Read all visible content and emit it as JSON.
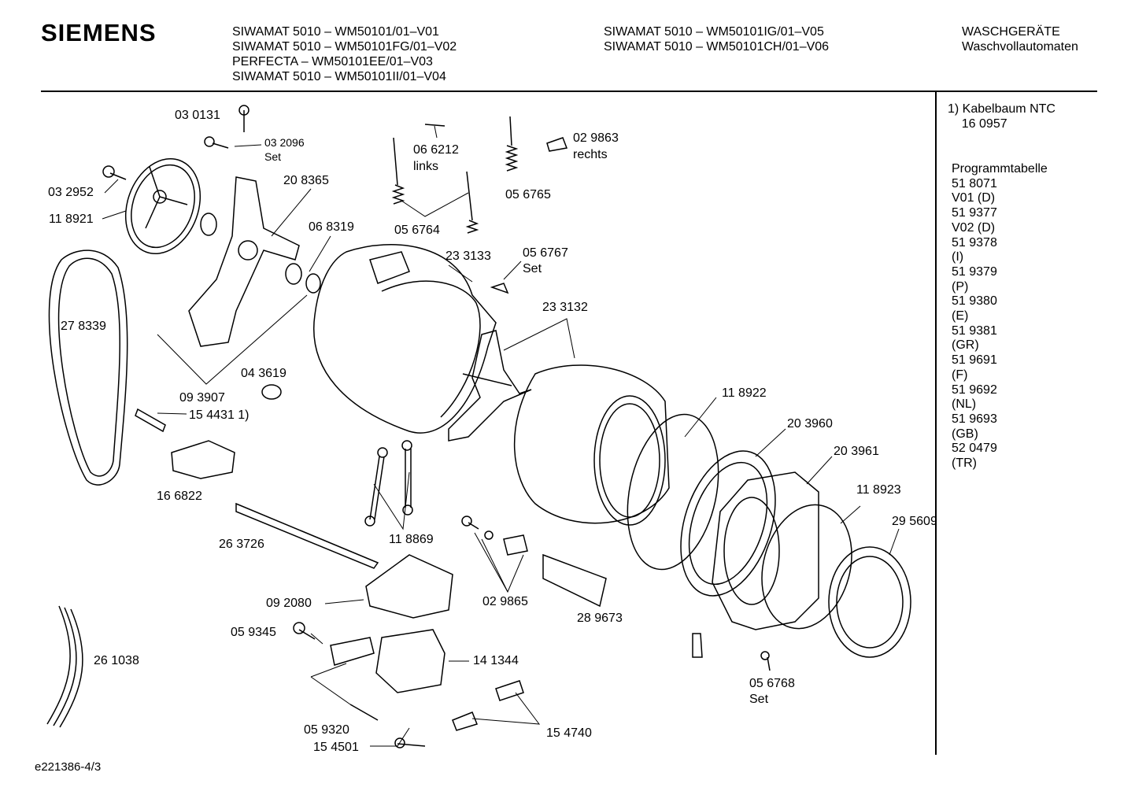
{
  "header": {
    "brand": "SIEMENS",
    "models_col1": [
      "SIWAMAT 5010 – WM50101/01–V01",
      "SIWAMAT 5010 – WM50101FG/01–V02",
      "PERFECTA – WM50101EE/01–V03",
      "SIWAMAT 5010 – WM50101II/01–V04"
    ],
    "models_col2": [
      "SIWAMAT 5010 – WM50101IG/01–V05",
      "SIWAMAT 5010 – WM50101CH/01–V06"
    ],
    "category": [
      "WASCHGERÄTE",
      "Waschvollautomaten"
    ]
  },
  "sidebar": {
    "note": [
      "1) Kabelbaum NTC",
      "    16 0957"
    ],
    "program_table_title": "Programmtabelle",
    "program_table": [
      {
        "part": "51 8071",
        "variant": "V01 (D)"
      },
      {
        "part": "51 9377",
        "variant": "V02 (D)"
      },
      {
        "part": "51 9378",
        "variant": "(I)"
      },
      {
        "part": "51 9379",
        "variant": "(P)"
      },
      {
        "part": "51 9380",
        "variant": "(E)"
      },
      {
        "part": "51 9381",
        "variant": "(GR)"
      },
      {
        "part": "51 9691",
        "variant": "(F)"
      },
      {
        "part": "51 9692",
        "variant": "(NL)"
      },
      {
        "part": "51 9693",
        "variant": "(GB)"
      },
      {
        "part": "52 0479",
        "variant": "(TR)"
      }
    ]
  },
  "parts": {
    "p030131": "03 0131",
    "p032096": "03 2096",
    "p032096_note": "Set",
    "p032952": "03 2952",
    "p118921": "11 8921",
    "p208365": "20 8365",
    "p066212": "06 6212",
    "p066212_note": "links",
    "p056764": "05 6764",
    "p056765": "05 6765",
    "p029863": "02 9863",
    "p029863_note": "rechts",
    "p068319": "06 8319",
    "p233133": "23 3133",
    "p056767": "05 6767",
    "p056767_note": "Set",
    "p278339": "27 8339",
    "p233132": "23 3132",
    "p043619": "04 3619",
    "p093907": "09 3907",
    "p154431": "15 4431 1)",
    "p118922": "11 8922",
    "p203960": "20 3960",
    "p203961": "20 3961",
    "p118923": "11 8923",
    "p295609": "29 5609",
    "p166822": "16 6822",
    "p263726": "26 3726",
    "p118869": "11 8869",
    "p092080": "09 2080",
    "p029865": "02 9865",
    "p289673": "28 9673",
    "p059345": "05 9345",
    "p141344": "14 1344",
    "p261038": "26 1038",
    "p056768": "05 6768",
    "p056768_note": "Set",
    "p059320": "05 9320",
    "p154501": "15 4501",
    "p154740": "15 4740"
  },
  "footer": {
    "drawing_id": "e221386-4/3"
  }
}
